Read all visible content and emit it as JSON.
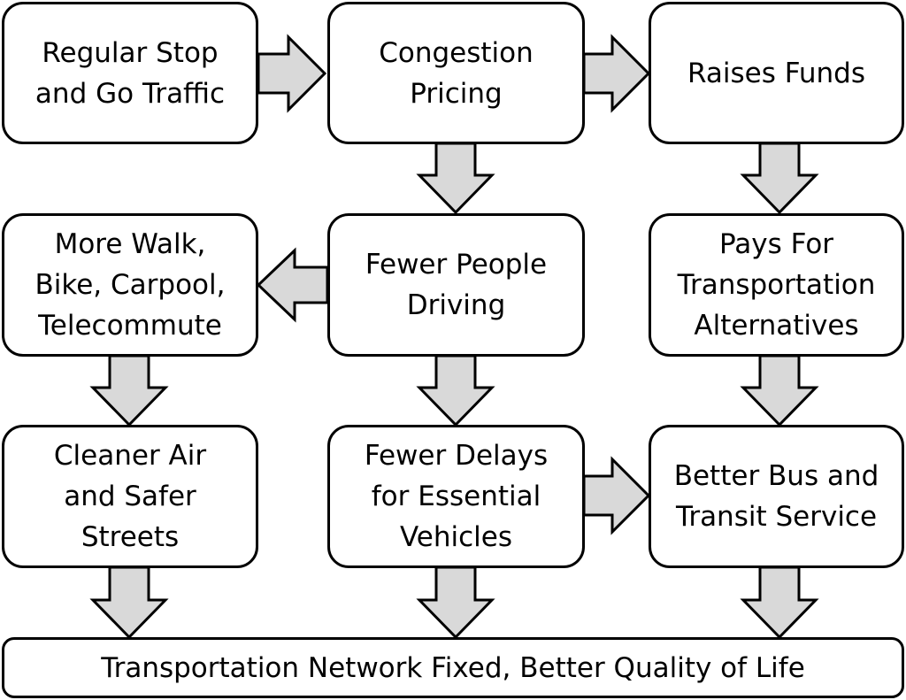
{
  "diagram": {
    "nodes": {
      "regular_traffic": "Regular Stop\nand Go Traffic",
      "congestion_pricing": "Congestion\nPricing",
      "raises_funds": "Raises Funds",
      "more_walk_bike": "More Walk,\nBike, Carpool,\nTelecommute",
      "fewer_people_driving": "Fewer People\nDriving",
      "pays_for_alternatives": "Pays For\nTransportation\nAlternatives",
      "cleaner_air": "Cleaner Air\nand Safer\nStreets",
      "fewer_delays": "Fewer Delays\nfor Essential\nVehicles",
      "better_bus": "Better Bus and\nTransit Service",
      "network_fixed": "Transportation Network Fixed, Better Quality of Life"
    },
    "edges": [
      {
        "from": "regular_traffic",
        "to": "congestion_pricing"
      },
      {
        "from": "congestion_pricing",
        "to": "raises_funds"
      },
      {
        "from": "congestion_pricing",
        "to": "fewer_people_driving"
      },
      {
        "from": "raises_funds",
        "to": "pays_for_alternatives"
      },
      {
        "from": "fewer_people_driving",
        "to": "more_walk_bike"
      },
      {
        "from": "more_walk_bike",
        "to": "cleaner_air"
      },
      {
        "from": "fewer_people_driving",
        "to": "fewer_delays"
      },
      {
        "from": "pays_for_alternatives",
        "to": "better_bus"
      },
      {
        "from": "fewer_delays",
        "to": "better_bus"
      },
      {
        "from": "cleaner_air",
        "to": "network_fixed"
      },
      {
        "from": "fewer_delays",
        "to": "network_fixed"
      },
      {
        "from": "better_bus",
        "to": "network_fixed"
      }
    ],
    "colors": {
      "arrow_fill": "#d9d9d9",
      "border": "#000000",
      "box_fill": "#ffffff"
    }
  }
}
